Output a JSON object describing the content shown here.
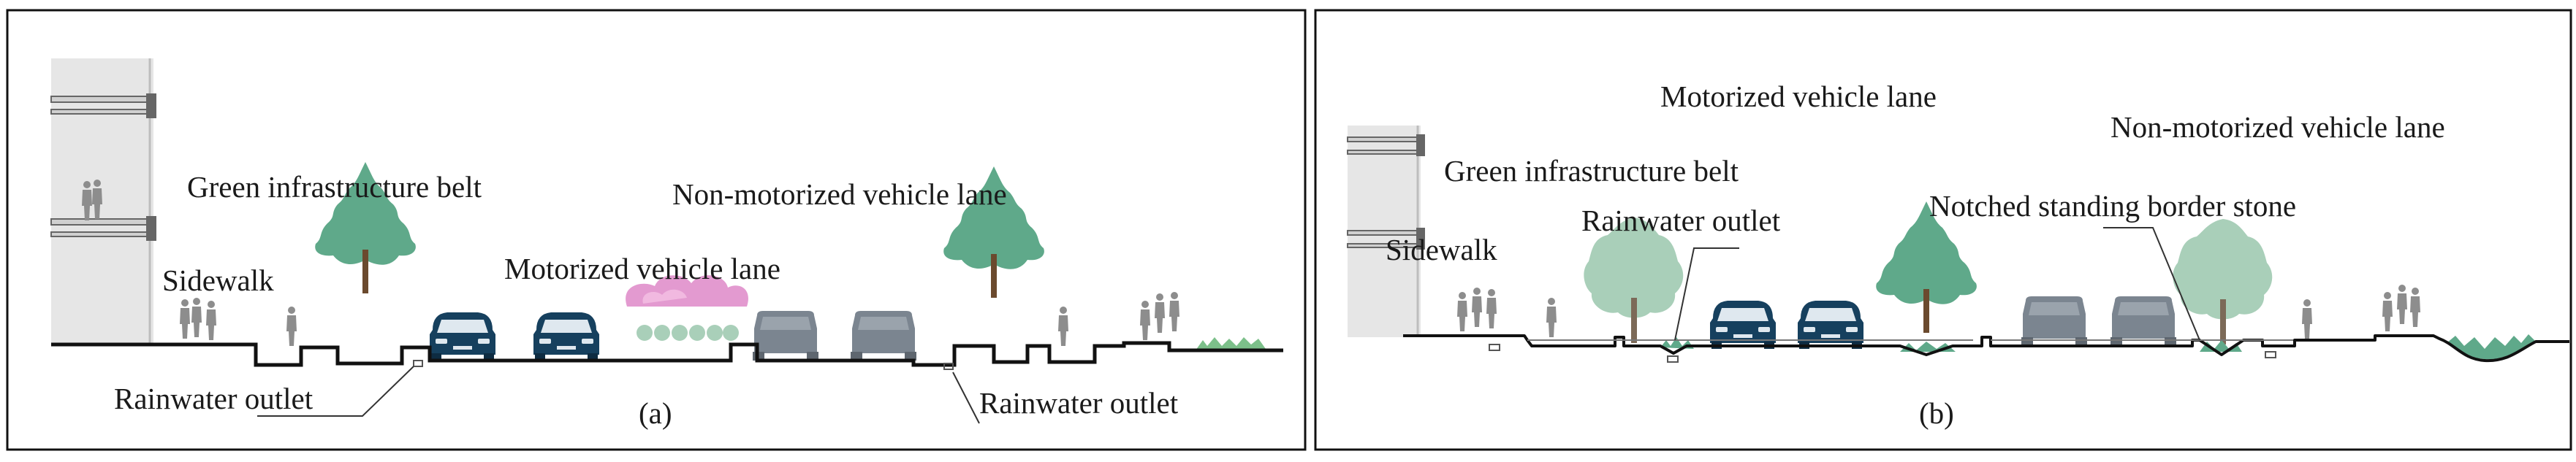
{
  "panel_a": {
    "caption": "(a)",
    "labels": {
      "green_belt": "Green infrastructure belt",
      "non_motorized": "Non-motorized vehicle lane",
      "sidewalk": "Sidewalk",
      "motorized": "Motorized vehicle lane",
      "rain_outlet_left": "Rainwater outlet",
      "rain_outlet_right": "Rainwater outlet"
    }
  },
  "panel_b": {
    "caption": "(b)",
    "labels": {
      "motorized": "Motorized vehicle lane",
      "non_motorized": "Non-motorized vehicle lane",
      "green_belt": "Green infrastructure belt",
      "rain_outlet": "Rainwater outlet",
      "border_stone": "Notched standing border stone",
      "sidewalk": "Sidewalk"
    }
  },
  "colors": {
    "tree_green": "#5fa98a",
    "tree_light": "#a9cfb9",
    "car_navy": "#16405e",
    "car_grey": "#7b8590",
    "flower_pink": "#e39ad0",
    "building": "#e6e6e6",
    "people": "#8d8d8d",
    "ground": "#111111"
  }
}
